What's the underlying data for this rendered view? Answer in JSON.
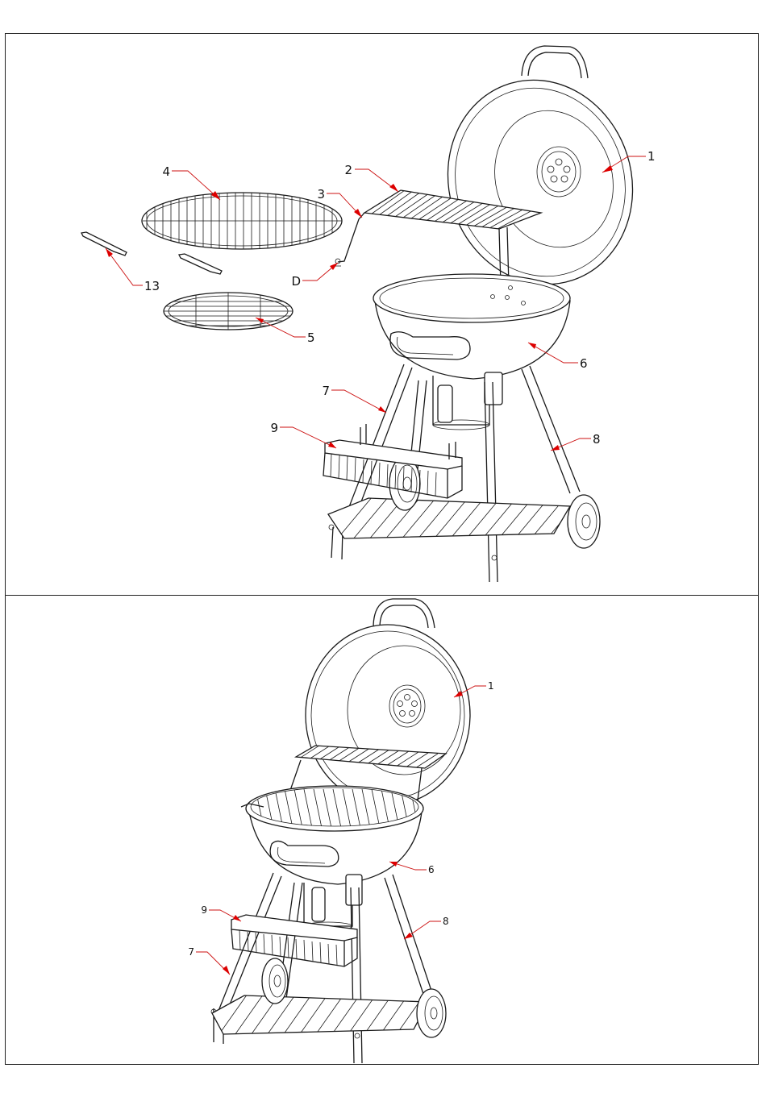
{
  "diagram": {
    "top_view": {
      "callouts": [
        {
          "key": "lid",
          "text": "1"
        },
        {
          "key": "warming-rack",
          "text": "2"
        },
        {
          "key": "rack-rod",
          "text": "3"
        },
        {
          "key": "cooking-grate",
          "text": "4"
        },
        {
          "key": "charcoal-grate",
          "text": "5"
        },
        {
          "key": "bowl",
          "text": "6"
        },
        {
          "key": "front-leg",
          "text": "7"
        },
        {
          "key": "rear-leg",
          "text": "8"
        },
        {
          "key": "basket",
          "text": "9"
        },
        {
          "key": "hook",
          "text": "13"
        },
        {
          "key": "fastener",
          "text": "D"
        }
      ]
    },
    "bottom_view": {
      "callouts": [
        {
          "key": "lid",
          "text": "1"
        },
        {
          "key": "bowl",
          "text": "6"
        },
        {
          "key": "front-leg",
          "text": "7"
        },
        {
          "key": "rear-leg",
          "text": "8"
        },
        {
          "key": "basket",
          "text": "9"
        }
      ]
    },
    "colors": {
      "line": "#1a1a1a",
      "leader": "#cc1111",
      "arrow": "#dd0000",
      "frame": "#222222"
    }
  }
}
